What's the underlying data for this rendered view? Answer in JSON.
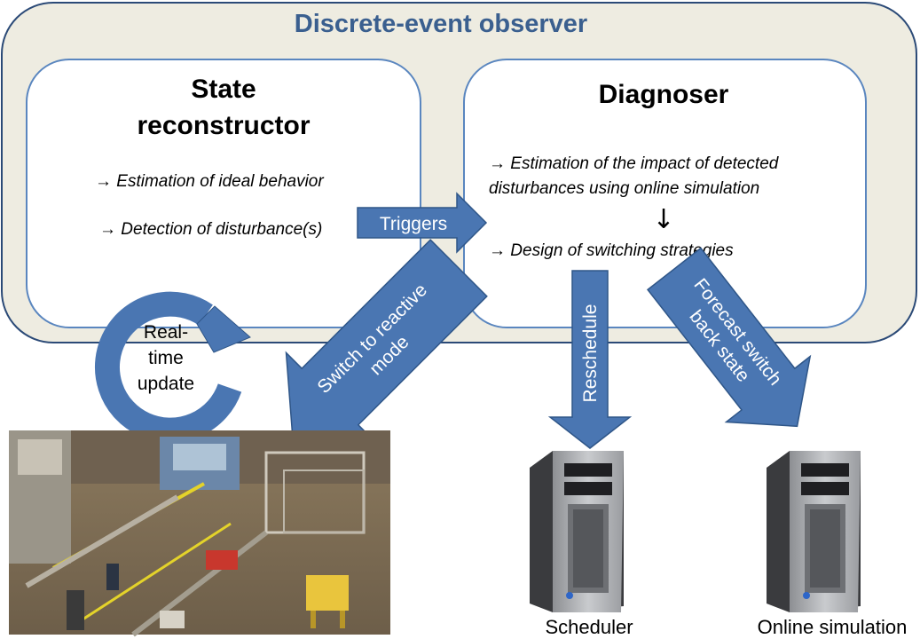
{
  "observer": {
    "title": "Discrete-event observer"
  },
  "state_reconstructor": {
    "title_line1": "State",
    "title_line2": "reconstructor",
    "items": [
      "→ Estimation of ideal behavior",
      "→ Detection of disturbance(s)"
    ]
  },
  "triggers_arrow": {
    "label": "Triggers"
  },
  "diagnoser": {
    "title": "Diagnoser",
    "item1_line1": "→ Estimation of the impact of detected",
    "item1_line2": "disturbances using online simulation",
    "down_arrow": "↓",
    "item2": "→ Design of switching strategies"
  },
  "cycle": {
    "line1": "Real-",
    "line2": "time",
    "line3": "update"
  },
  "outputs": {
    "switch_line1": "Switch to reactive",
    "switch_line2": "mode",
    "reschedule": "Reschedule",
    "forecast_line1": "Forecast switch",
    "forecast_line2": "back state"
  },
  "computers": {
    "scheduler": "Scheduler",
    "online_simulation": "Online simulation"
  },
  "colors": {
    "arrow_fill": "#4a76b2",
    "arrow_stroke": "#2f5688",
    "box_stroke": "#5a86bf",
    "outer_fill": "#eeece1",
    "outer_stroke": "#2b4a77",
    "title": "#3a5f8f"
  }
}
